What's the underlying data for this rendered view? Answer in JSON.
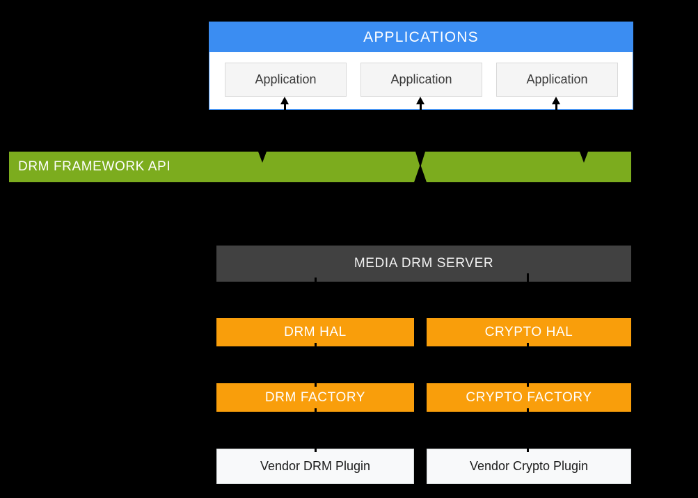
{
  "diagram": {
    "applications": {
      "header_label": "APPLICATIONS",
      "app_boxes": [
        {
          "label": "Application"
        },
        {
          "label": "Application"
        },
        {
          "label": "Application"
        }
      ]
    },
    "framework": {
      "label": "DRM FRAMEWORK API"
    },
    "media_server": {
      "label": "MEDIA DRM SERVER"
    },
    "hal": {
      "drm": "DRM HAL",
      "crypto": "CRYPTO HAL"
    },
    "factory": {
      "drm": "DRM FACTORY",
      "crypto": "CRYPTO FACTORY"
    },
    "vendor": {
      "drm": "Vendor DRM Plugin",
      "crypto": "Vendor Crypto Plugin"
    }
  },
  "colors": {
    "background": "#000000",
    "applications_blue": "#3B8DF2",
    "framework_green": "#7CAC1E",
    "hal_orange": "#F99E0B",
    "server_gray": "#414141",
    "panel_white": "#FFFFFF",
    "app_box_fill": "#F5F5F5",
    "app_box_border": "#D9D9D9",
    "vendor_fill": "#F8F9FA",
    "vendor_border": "#D5DADB",
    "arrow_black": "#000000"
  }
}
